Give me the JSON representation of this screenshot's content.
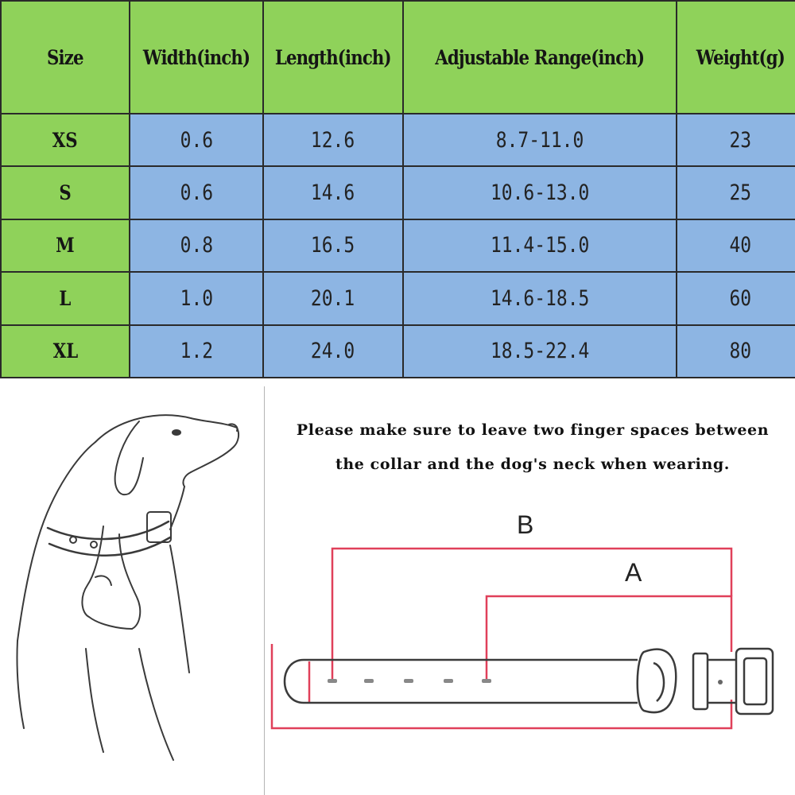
{
  "table": {
    "headers": [
      "Size",
      "Width(inch)",
      "Length(inch)",
      "Adjustable Range(inch)",
      "Weight(g)"
    ],
    "rows": [
      {
        "size": "XS",
        "width": "0.6",
        "length": "12.6",
        "range": "8.7-11.0",
        "weight": "23"
      },
      {
        "size": "S",
        "width": "0.6",
        "length": "14.6",
        "range": "10.6-13.0",
        "weight": "25"
      },
      {
        "size": "M",
        "width": "0.8",
        "length": "16.5",
        "range": "11.4-15.0",
        "weight": "40"
      },
      {
        "size": "L",
        "width": "1.0",
        "length": "20.1",
        "range": "14.6-18.5",
        "weight": "60"
      },
      {
        "size": "XL",
        "width": "1.2",
        "length": "24.0",
        "range": "18.5-22.4",
        "weight": "80"
      }
    ]
  },
  "note": {
    "line1": "Please make sure to leave two finger spaces between",
    "line2": "the collar and the dog's neck when wearing."
  },
  "diagram": {
    "label_b": "B",
    "label_a": "A"
  },
  "colors": {
    "header_green": "#8fd25a",
    "cell_blue": "#8db5e3",
    "dimension_red": "#e0405a"
  },
  "icons": {
    "dog": "dog-wearing-collar-illustration",
    "collar": "collar-dimension-diagram"
  }
}
